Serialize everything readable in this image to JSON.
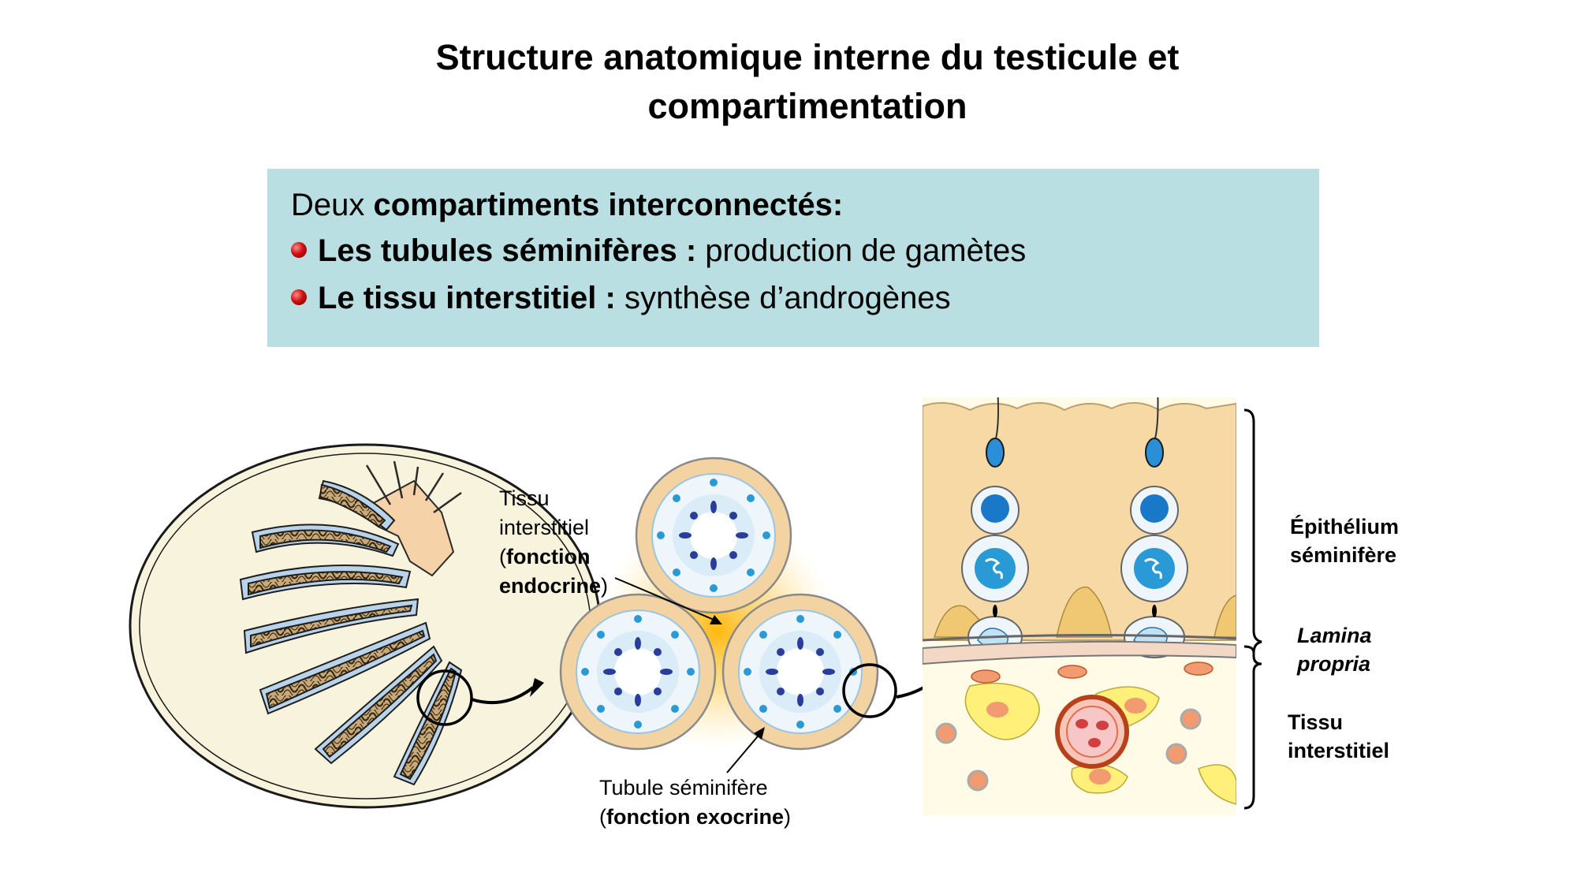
{
  "title": {
    "line1": "Structure anatomique interne du testicule et",
    "line2": "compartimentation"
  },
  "infobox": {
    "l1_normal": "Deux ",
    "l1_bold": "compartiments interconnectés:",
    "b1_bold": "Les tubules séminifères :",
    "b1_normal": " production de gamètes",
    "b2_bold": "Le tissu interstitiel :",
    "b2_normal": " synthèse d’androgènes",
    "bg_color": "#b9dfe2",
    "bullet_color": "#d01010"
  },
  "labels": {
    "tissu_l1": "Tissu",
    "tissu_l2": "interstitiel",
    "tissu_paren_open": "(",
    "tissu_bold1": "fonction",
    "tissu_bold2": "endocrine",
    "tissu_paren_close": ")",
    "tubule_l1": "Tubule séminifère",
    "tubule_paren_open": "(",
    "tubule_bold": "fonction exocrine",
    "tubule_paren_close": ")"
  },
  "right_labels": {
    "epithelium_l1": "Épithélium",
    "epithelium_l2": "séminifère",
    "lamina_l1": "Lamina",
    "lamina_l2": "propria",
    "tissu_l1": "Tissu",
    "tissu_l2": "interstitiel"
  }
}
